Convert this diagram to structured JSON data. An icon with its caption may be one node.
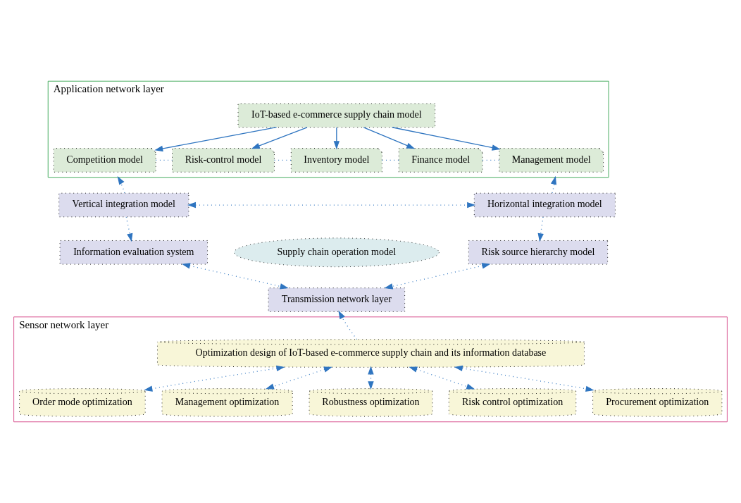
{
  "diagram": {
    "nodes": [
      {
        "text": [
          "Application network layer"
        ]
      },
      {
        "text": [
          "IoT-based e-commerce supply chain model"
        ],
        "in": 0
      },
      {
        "text": [
          "Competition model"
        ],
        "in": 0
      },
      {
        "text": [
          "Risk-control model"
        ],
        "in": 0
      },
      {
        "text": [
          "Inventory model"
        ],
        "in": 0
      },
      {
        "text": [
          "Finance model"
        ],
        "in": 0
      },
      {
        "text": [
          "Management model"
        ],
        "in": 0
      },
      {
        "text": [
          "Vertical integration model"
        ]
      },
      {
        "text": [
          "Information evaluation system"
        ]
      },
      {
        "text": [
          "Horizontal integration model"
        ]
      },
      {
        "text": [
          "Risk source hierarchy model"
        ]
      },
      {
        "text": [
          "Supply chain operation model"
        ]
      },
      {
        "text": [
          "Transmission network layer"
        ]
      },
      {
        "text": [
          "Sensor network layer"
        ]
      },
      {
        "text": [
          "Optimization design of IoT-based e-commerce supply chain and its information database"
        ],
        "in": 13
      },
      {
        "text": [
          "Order mode optimization"
        ],
        "in": 13
      },
      {
        "text": [
          "Management optimization"
        ],
        "in": 13
      },
      {
        "text": [
          "Robustness optimization"
        ],
        "in": 13
      },
      {
        "text": [
          "Risk control optimization"
        ],
        "in": 13
      },
      {
        "text": [
          "Procurement optimization"
        ],
        "in": 13
      }
    ],
    "edges": [
      {
        "from": 1,
        "to": 2,
        "arrow": "to"
      },
      {
        "from": 1,
        "to": 3,
        "arrow": "to"
      },
      {
        "from": 1,
        "to": 4,
        "arrow": "to"
      },
      {
        "from": 1,
        "to": 5,
        "arrow": "to"
      },
      {
        "from": 1,
        "to": 6,
        "arrow": "to"
      },
      {
        "from": 2,
        "to": 3,
        "arrow": "none",
        "style": "dashed"
      },
      {
        "from": 3,
        "to": 4,
        "arrow": "none",
        "style": "dashed"
      },
      {
        "from": 4,
        "to": 5,
        "arrow": "none",
        "style": "dashed"
      },
      {
        "from": 5,
        "to": 6,
        "arrow": "none",
        "style": "dashed"
      },
      {
        "from": 7,
        "to": 0,
        "arrow": "to",
        "style": "dashed"
      },
      {
        "from": 9,
        "to": 0,
        "arrow": "to",
        "style": "dashed"
      },
      {
        "from": 7,
        "to": 8,
        "arrow": "to",
        "style": "dashed"
      },
      {
        "from": 7,
        "to": 9,
        "arrow": "both",
        "style": "dashed"
      },
      {
        "from": 9,
        "to": 10,
        "arrow": "to",
        "style": "dashed"
      },
      {
        "from": 8,
        "to": 12,
        "arrow": "both",
        "style": "dashed"
      },
      {
        "from": 10,
        "to": 12,
        "arrow": "both",
        "style": "dashed"
      },
      {
        "from": 14,
        "to": 12,
        "arrow": "to",
        "style": "dashed"
      },
      {
        "from": 14,
        "to": 15,
        "arrow": "both",
        "style": "dashed"
      },
      {
        "from": 14,
        "to": 16,
        "arrow": "both",
        "style": "dashed"
      },
      {
        "from": 14,
        "to": 17,
        "arrow": "both",
        "style": "dashed"
      },
      {
        "from": 14,
        "to": 18,
        "arrow": "both",
        "style": "dashed"
      },
      {
        "from": 14,
        "to": 19,
        "arrow": "both",
        "style": "dashed"
      }
    ]
  }
}
